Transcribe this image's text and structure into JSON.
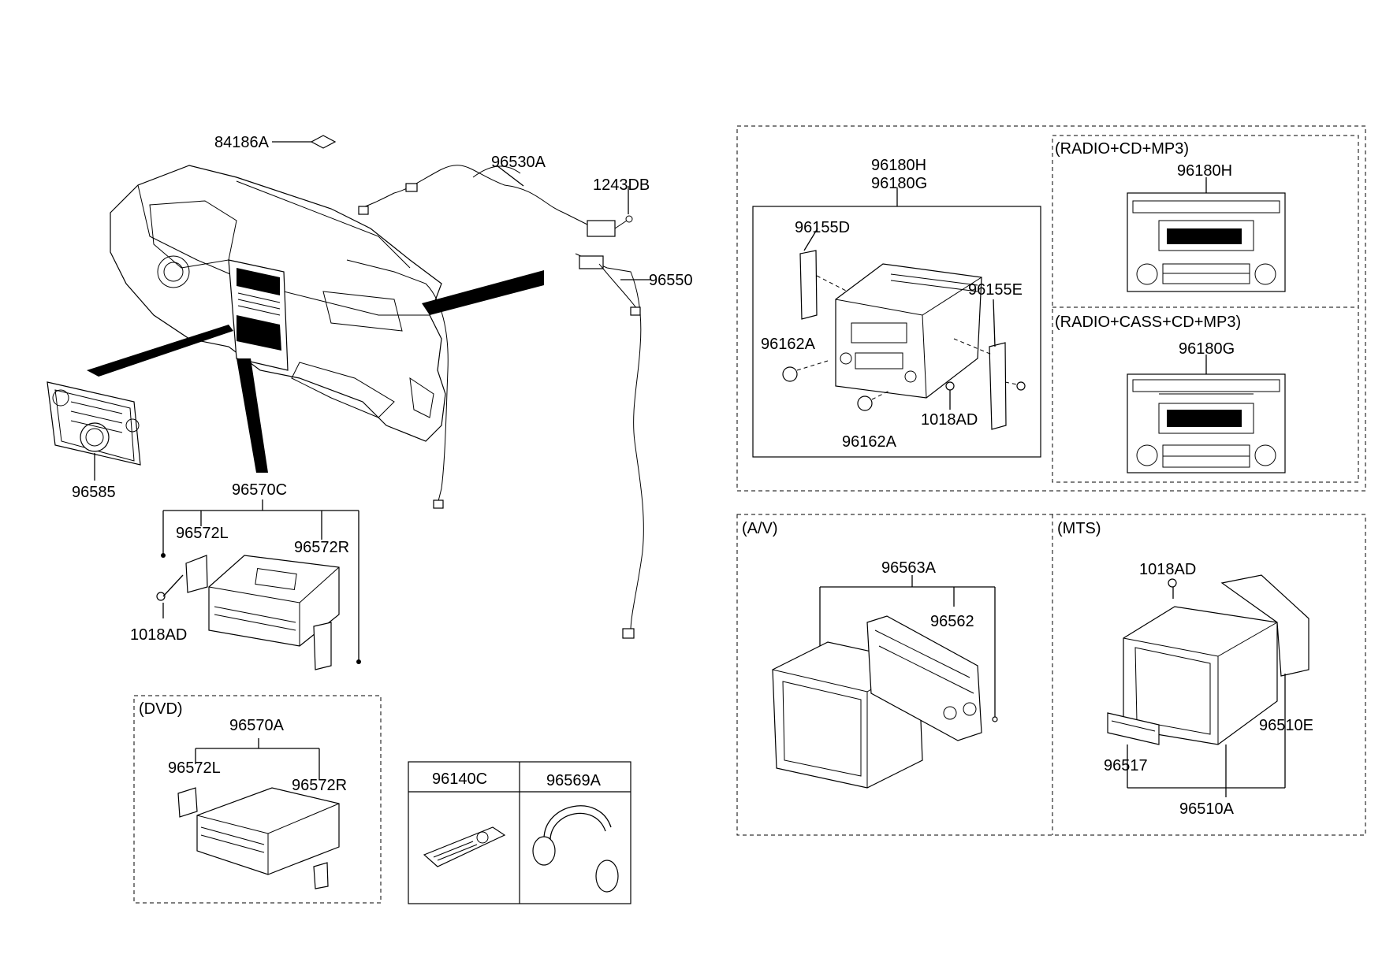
{
  "labels": {
    "p84186A": "84186A",
    "p96530A": "96530A",
    "p1243DB": "1243DB",
    "p96550": "96550",
    "p96585": "96585",
    "p96570C": "96570C",
    "p96572L_top": "96572L",
    "p96572R_top": "96572R",
    "p1018AD_left": "1018AD",
    "p96570A": "96570A",
    "p96572L_dvd": "96572L",
    "p96572R_dvd": "96572R",
    "p96140C": "96140C",
    "p96569A": "96569A",
    "p96180H_main": "96180H",
    "p96180G_main": "96180G",
    "p96155D": "96155D",
    "p96155E": "96155E",
    "p96162A_a": "96162A",
    "p96162A_b": "96162A",
    "p1018AD_audio": "1018AD",
    "p96180H_side": "96180H",
    "p96180G_side": "96180G",
    "p96563A": "96563A",
    "p96562": "96562",
    "p1018AD_mts": "1018AD",
    "p96510E": "96510E",
    "p96517": "96517",
    "p96510A": "96510A"
  },
  "sections": {
    "dvd": "(DVD)",
    "radio_cd_mp3": "(RADIO+CD+MP3)",
    "radio_cass_cd_mp3": "(RADIO+CASS+CD+MP3)",
    "av": "(A/V)",
    "mts": "(MTS)"
  }
}
